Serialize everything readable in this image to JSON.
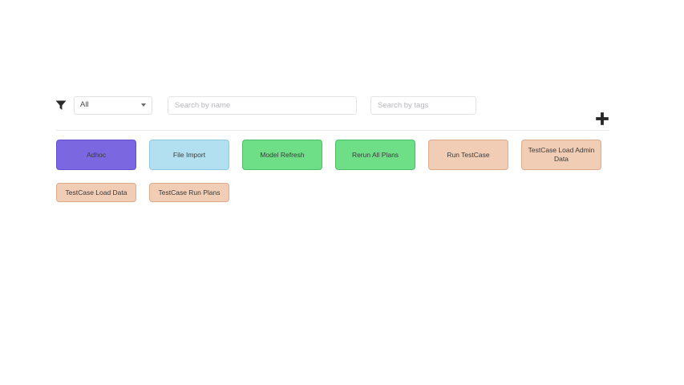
{
  "toolbar": {
    "filter_icon": "filter-funnel-icon",
    "category_select": {
      "selected": "All",
      "caret_icon": "chevron-down-icon"
    },
    "search_name": {
      "value": "",
      "placeholder": "Search by name"
    },
    "search_tags": {
      "value": "",
      "placeholder": "Search by tags"
    },
    "add_button": {
      "icon": "plus-icon",
      "label": "+"
    }
  },
  "colors": {
    "page_background": "#ffffff",
    "divider": "#ebebed",
    "input_border": "#e4e4e6",
    "placeholder_text": "#b7b7bd",
    "chip_text": "#3b3b3b",
    "add_icon": "#262626",
    "purple_fill": "#7b68e0",
    "purple_border": "#6450cf",
    "blue_fill": "#b3e0f0",
    "blue_border": "#8fc9e0",
    "green_fill": "#6ede87",
    "green_border": "#4cbf68",
    "peach_fill": "#f1cdb5",
    "peach_border": "#dcab8c"
  },
  "chips": [
    {
      "label": "Adhoc",
      "fill": "#7b68e0",
      "border": "#6450cf",
      "tall": false
    },
    {
      "label": "File Import",
      "fill": "#b3e0f0",
      "border": "#8fc9e0",
      "tall": false
    },
    {
      "label": "Model Refresh",
      "fill": "#6ede87",
      "border": "#4cbf68",
      "tall": false
    },
    {
      "label": "Rerun All Plans",
      "fill": "#6ede87",
      "border": "#4cbf68",
      "tall": false
    },
    {
      "label": "Run TestCase",
      "fill": "#f1cdb5",
      "border": "#dcab8c",
      "tall": false
    },
    {
      "label": "TestCase Load Admin Data",
      "fill": "#f1cdb5",
      "border": "#dcab8c",
      "tall": true
    },
    {
      "label": "TestCase Load Data",
      "fill": "#f1cdb5",
      "border": "#dcab8c",
      "tall": false
    },
    {
      "label": "TestCase Run Plans",
      "fill": "#f1cdb5",
      "border": "#dcab8c",
      "tall": false
    }
  ]
}
